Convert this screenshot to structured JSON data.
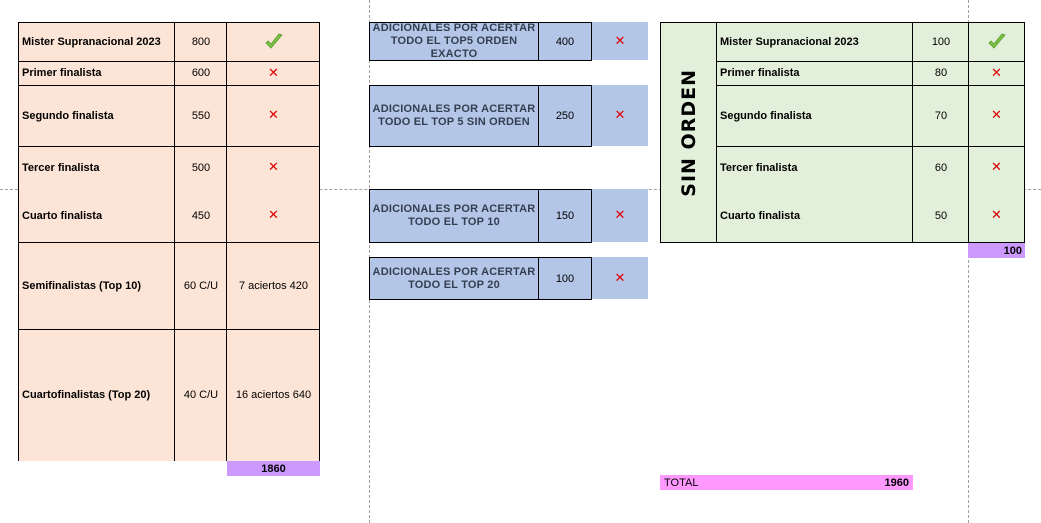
{
  "left_table": {
    "rows": [
      {
        "label": "Mister Supranacional 2023",
        "points": "800",
        "result": "check",
        "result_text": ""
      },
      {
        "label": "Primer finalista",
        "points": "600",
        "result": "x",
        "result_text": ""
      },
      {
        "label": "Segundo finalista",
        "points": "550",
        "result": "x",
        "result_text": ""
      },
      {
        "label": "Tercer finalista",
        "points": "500",
        "result": "x",
        "result_text": ""
      },
      {
        "label": "Cuarto finalista",
        "points": "450",
        "result": "x",
        "result_text": ""
      },
      {
        "label": "Semifinalistas (Top 10)",
        "points": "60 C/U",
        "result": "text",
        "result_text": "7 aciertos 420"
      },
      {
        "label": "Cuartofinalistas (Top 20)",
        "points": "40 C/U",
        "result": "text",
        "result_text": "16 aciertos 640"
      }
    ],
    "total": "1860"
  },
  "middle": {
    "rows": [
      {
        "label": "ADICIONALES POR ACERTAR TODO EL TOP5 ORDEN EXACTO",
        "points": "400",
        "result": "x"
      },
      {
        "label": "ADICIONALES POR ACERTAR TODO EL TOP 5 SIN ORDEN",
        "points": "250",
        "result": "x"
      },
      {
        "label": "ADICIONALES POR ACERTAR TODO EL TOP 10",
        "points": "150",
        "result": "x"
      },
      {
        "label": "ADICIONALES POR ACERTAR TODO EL TOP 20",
        "points": "100",
        "result": "x"
      }
    ]
  },
  "right_table": {
    "side_label": "SIN ORDEN",
    "rows": [
      {
        "label": "Mister Supranacional 2023",
        "points": "100",
        "result": "check"
      },
      {
        "label": "Primer finalista",
        "points": "80",
        "result": "x"
      },
      {
        "label": "Segundo finalista",
        "points": "70",
        "result": "x"
      },
      {
        "label": "Tercer finalista",
        "points": "60",
        "result": "x"
      },
      {
        "label": "Cuarto finalista",
        "points": "50",
        "result": "x"
      }
    ],
    "total": "100"
  },
  "grand_total": {
    "label": "TOTAL",
    "value": "1960"
  },
  "glyphs": {
    "x": "✕"
  },
  "colors": {
    "peach": "#fce4d6",
    "green": "#e2efda",
    "blue": "#b4c6e7",
    "purple": "#cc99ff",
    "pink": "#ff99ff",
    "x_red": "#e00000",
    "check_green": "#7ac143"
  }
}
